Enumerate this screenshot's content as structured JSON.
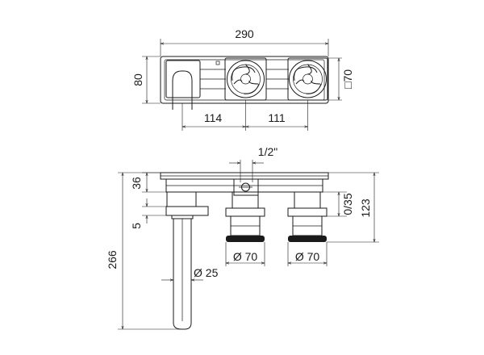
{
  "dimensions": {
    "width_290": "290",
    "height_80": "80",
    "square_70": "□70",
    "spacing_114": "114",
    "spacing_111": "111",
    "thread_half": "1/2\"",
    "depth_36": "36",
    "range_0_35": "0/35",
    "overall_123": "123",
    "offset_5": "5",
    "spout_length_266": "266",
    "spout_diameter_25": "Ø 25",
    "handle_diameter_left": "Ø 70",
    "handle_diameter_right": "Ø 70"
  },
  "colors": {
    "line": "#1a1a1a",
    "background": "#ffffff"
  }
}
